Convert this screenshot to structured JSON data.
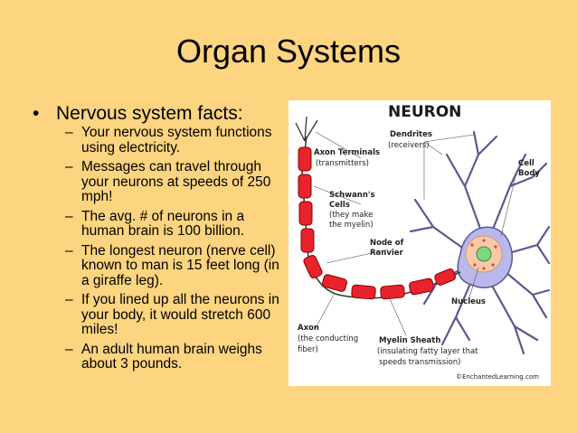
{
  "slide": {
    "title": "Organ Systems",
    "main_bullet": "Nervous system facts:",
    "facts": [
      "Your nervous system functions using electricity.",
      "Messages can travel through your neurons at speeds of 250 mph!",
      "The avg. # of neurons in a human brain is 100 billion.",
      "The longest neuron (nerve cell) known to man is 15 feet long (in a giraffe leg).",
      "If you lined up all the neurons in your body, it would stretch 600 miles!",
      "An adult human brain weighs about 3 pounds."
    ]
  },
  "diagram": {
    "title": "NEURON",
    "labels": {
      "dendrites": "Dendrites",
      "dendrites_sub": "(receivers)",
      "axon_terminals": "Axon Terminals",
      "axon_terminals_sub": "(transmitters)",
      "schwann_1": "Schwann's",
      "schwann_2": "Cells",
      "schwann_3": "(they make",
      "schwann_4": "the myelin)",
      "node_1": "Node of",
      "node_2": "Ranvier",
      "cell_body_1": "Cell",
      "cell_body_2": "Body",
      "nucleus": "Nucleus",
      "axon_1": "Axon",
      "axon_2": "(the conducting",
      "axon_3": "fiber)",
      "myelin_1": "Myelin Sheath",
      "myelin_2": "(insulating fatty layer that",
      "myelin_3": "speeds transmission)",
      "credit": "©EnchantedLearning.com"
    }
  }
}
